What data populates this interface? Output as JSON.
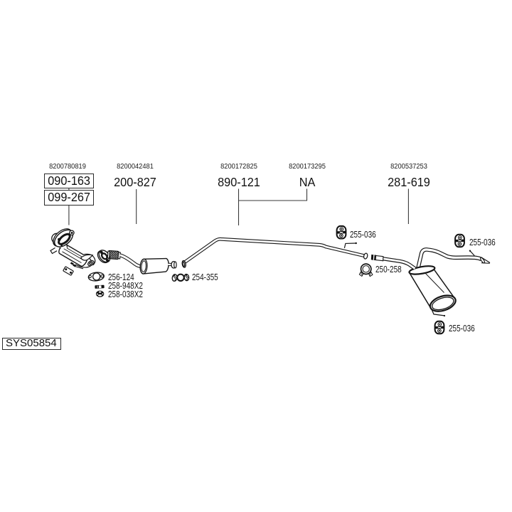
{
  "page": {
    "background": "#ffffff",
    "line_color": "#1a1a1a"
  },
  "columns": [
    {
      "ref": "8200780819",
      "codes": [
        "090-163",
        "099-267"
      ]
    },
    {
      "ref": "8200042481",
      "codes": [
        "200-827"
      ]
    },
    {
      "ref": "8200172825",
      "codes": [
        "890-121"
      ]
    },
    {
      "ref": "8200173295",
      "codes": [
        "NA"
      ]
    },
    {
      "ref": "8200537253",
      "codes": [
        "281-619"
      ]
    }
  ],
  "callouts": {
    "gasket": "256-124",
    "bolt_kit": "258-948X2",
    "nut_kit": "258-038X2",
    "clamp_front": "254-355",
    "hanger_mid": "255-036",
    "clamp_rear": "250-258",
    "hanger_tail": "255-036",
    "hanger_muffler": "255-036"
  },
  "system_code": "SYS05854"
}
